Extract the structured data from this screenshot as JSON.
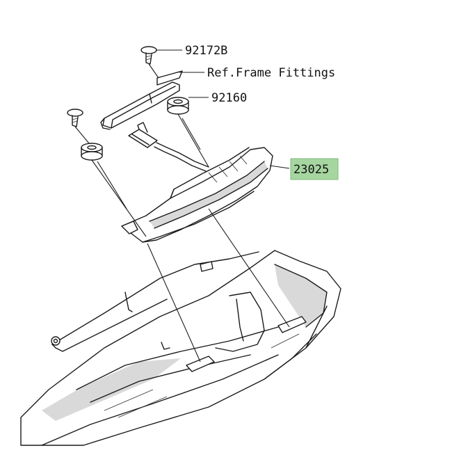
{
  "callouts": [
    {
      "id": "screw-top",
      "text": "92172B",
      "highlighted": false
    },
    {
      "id": "ref-frame",
      "text": "Ref.Frame Fittings",
      "highlighted": false
    },
    {
      "id": "grommet",
      "text": "92160",
      "highlighted": false
    },
    {
      "id": "lamp",
      "text": "23025",
      "highlighted": true
    }
  ],
  "colors": {
    "highlight": "#a6d6a0",
    "ink": "#1a1a1a",
    "shade": "#d9d9d9"
  }
}
